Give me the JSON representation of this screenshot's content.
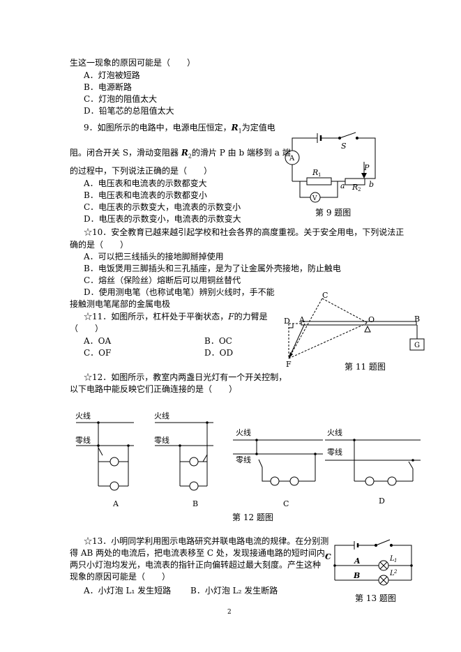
{
  "q8": {
    "stem_tail": "生这一现象的原因可能是（　　）",
    "options": [
      "A．灯泡被短路",
      "B．电源断路",
      "C．灯泡的阻值太大",
      "D．铅笔芯的总阻值太大"
    ]
  },
  "q9": {
    "line1": "9．如图所示的电路中，电源电压恒定，",
    "r1_symbol": "R",
    "r1_sub": "1",
    "line1_tail": "为定值电",
    "line2_a": "阻。闭合开关 S，滑动变阻器 ",
    "r2_symbol": "R",
    "r2_sub": "2",
    "line2_b": "的滑片 P 由 b 端移到 a 端",
    "line3": "的过程中，下列说法正确的是（　　）",
    "options": [
      "A．电压表和电流表的示数都变大",
      "B．电压表和电流表的示数都变小",
      "C．电压表的示数变大，电流表的示数变小",
      "D．电压表的示数变小，电流表的示数变大"
    ],
    "figure": {
      "caption": "第 9 题图",
      "ammeter": "A",
      "voltmeter": "V",
      "switch": "S",
      "r1": "R",
      "r1_sub": "1",
      "r2": "R",
      "r2_sub": "2",
      "slider": "P",
      "end_a": "a",
      "end_b": "b"
    }
  },
  "q10": {
    "line1": "☆10．安全教育已越来越引起学校和社会各界的高度重视。关于安全用电，下列说法正",
    "line2": "确的是（　　）",
    "options": [
      "A．可以把三线插头的接地脚掰掉使用",
      "B．电饭煲用三脚插头和三孔插座，是为了让金属外壳接地，防止触电",
      "C．熔丝（保险丝）熔断后可以用铜丝替代",
      "D．使用测电笔（也称试电笔）辨别火线时，手不能"
    ],
    "option_d_cont": "接触测电笔尾部的金属电极"
  },
  "q11": {
    "line1_a": "☆11．如图所示，杠杆处于平衡状态，",
    "f_symbol": "F",
    "line1_b": "的力臂是",
    "paren": "（　　）",
    "options": [
      "A．OA",
      "B．OC",
      "C．OF",
      "D．OD"
    ],
    "figure": {
      "caption": "第 11 题图",
      "labels": {
        "C": "C",
        "D": "D",
        "A": "A",
        "O": "O",
        "B": "B",
        "G": "G",
        "F": "F"
      }
    }
  },
  "q12": {
    "line1": "☆12．如图所示，教室内两盏日光灯有一个开关控制，",
    "line2": "以下电路中能反映它们正确连接的是（　　）",
    "fire_wire": "火线",
    "zero_wire": "零线",
    "panel_labels": [
      "A",
      "B",
      "C",
      "D"
    ],
    "caption": "第 12 题图"
  },
  "q13": {
    "line1": "☆13．小明同学利用图示电路研究并联电路电流的规律。在分别测",
    "line2": "得 AB 两处的电流后，把电流表移至 C 处，发现接通电路的短时间内，",
    "line3": "两只小灯泡均发光，电流表的指针正向偏转超过最大刻度。产生这种",
    "line4": "现象的原因可能是（　　）",
    "options": [
      "A．小灯泡 L₁ 发生短路",
      "B．小灯泡 L₂ 发生断路"
    ],
    "figure": {
      "caption": "第 13 题图",
      "label_c": "C",
      "label_a": "A",
      "label_b": "B",
      "l1": "L",
      "l1_sub": "1",
      "l2": "L",
      "l2_sub": "2"
    }
  },
  "page_number": "2"
}
